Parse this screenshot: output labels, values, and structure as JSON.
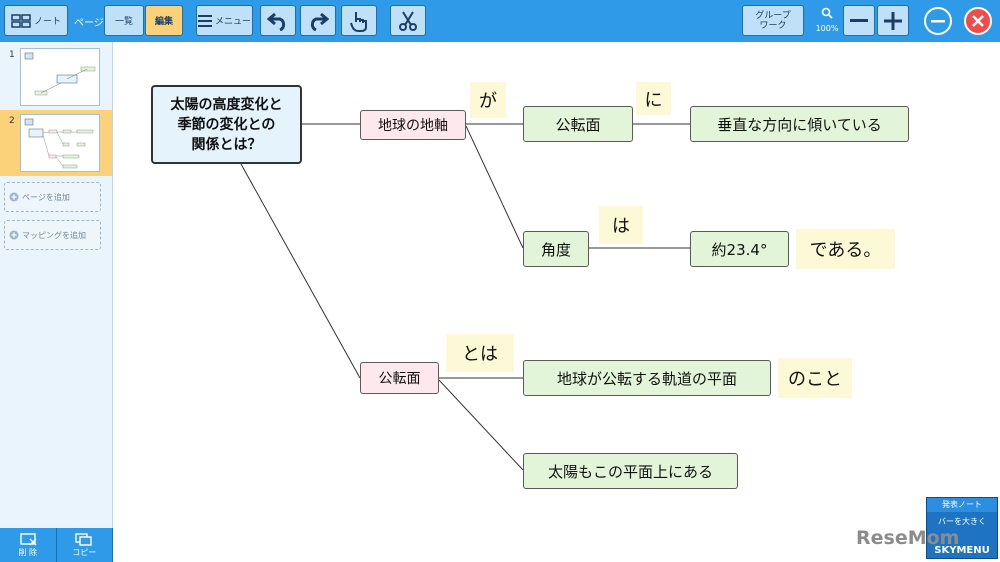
{
  "toolbar": {
    "note_label": "ノート",
    "page_label": "ページ",
    "list_label": "一覧",
    "edit_label": "編集",
    "menu_label": "メニュー",
    "group_work_line1": "グループ",
    "group_work_line2": "ワーク",
    "zoom_value": "100%",
    "colors": {
      "bar": "#2f9be8",
      "button": "#bfe0f7",
      "active": "#fbd27a",
      "close": "#f04c4c"
    }
  },
  "sidebar": {
    "pages": [
      {
        "number": "1"
      },
      {
        "number": "2"
      }
    ],
    "add_page_label": "ページを追加",
    "add_mapping_label": "マッピングを追加",
    "delete_label": "削 除",
    "copy_label": "コピー"
  },
  "map": {
    "root_line1": "太陽の高度変化と",
    "root_line2": "季節の変化との",
    "root_line3": "関係とは？",
    "nodes": {
      "axis": "地球の地軸",
      "ga": "が",
      "orbit_plane_1": "公転面",
      "ni": "に",
      "tilted": "垂直な方向に傾いている",
      "angle": "角度",
      "wa": "は",
      "deg": "約23.4°",
      "dearu": "である。",
      "orbit_plane_2": "公転面",
      "towa": "とは",
      "orbit_def": "地球が公転する軌道の平面",
      "nokoto": "のこと",
      "sun_plane": "太陽もこの平面上にある"
    }
  },
  "presenter": {
    "title": "発表ノート",
    "line": "バーを大きく",
    "brand": "SKYMENU"
  },
  "watermark": "ReseMom"
}
